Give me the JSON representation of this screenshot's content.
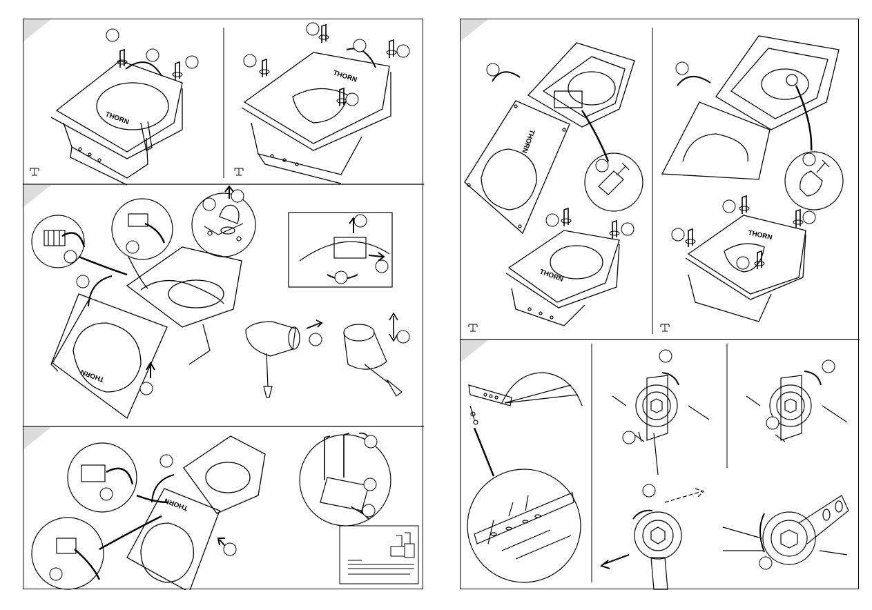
{
  "brand_label": "THORN",
  "colors": {
    "line": "#000000",
    "paper": "#ffffff",
    "corner_tab": "#dcdcdc"
  },
  "icons": [
    "hex-key-icon",
    "torque-tool-icon",
    "rotate-arrow-icon",
    "screwdriver-icon",
    "lamp-icon"
  ],
  "left_page": {
    "sections": [
      {
        "id": "remove-cover",
        "steps": 3
      },
      {
        "id": "open-and-wire",
        "steps": 7
      },
      {
        "id": "cable-entry",
        "steps": 5
      }
    ]
  },
  "right_page": {
    "sections": [
      {
        "id": "lamp-replacement",
        "steps": 6
      },
      {
        "id": "aiming-adjustment",
        "steps": 6
      }
    ]
  }
}
